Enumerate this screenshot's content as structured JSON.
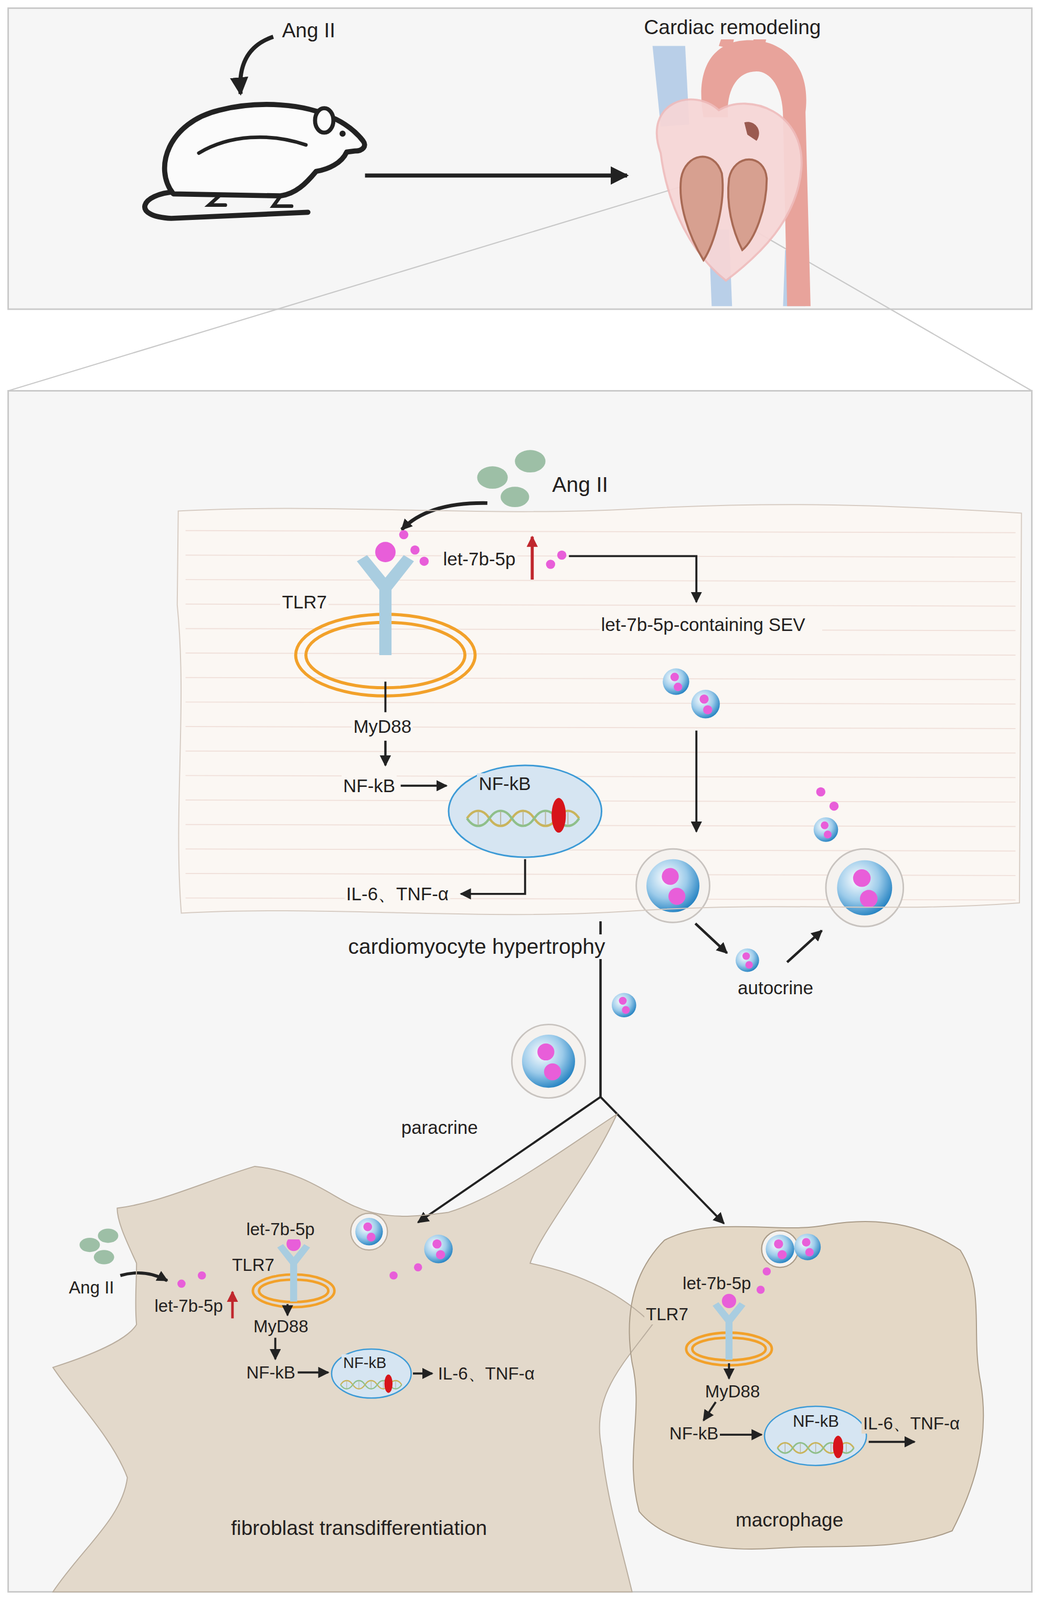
{
  "diagram": {
    "nodes": [
      {
        "text": [
          "cardiomyocyte hypertrophy"
        ]
      },
      {
        "text": [
          "NF-kB"
        ],
        "in": 0
      },
      {
        "text": [
          "fibroblast transdifferentiation"
        ]
      },
      {
        "text": [
          "NF-kB"
        ],
        "in": 2
      },
      {
        "text": [
          "macrophage"
        ]
      },
      {
        "text": [
          "NF-kB"
        ],
        "in": 4
      }
    ],
    "edges": [
      {
        "from": 0,
        "to": 2,
        "arrow": "to",
        "label": "paracrine"
      },
      {
        "from": 0,
        "to": 4,
        "arrow": "to"
      }
    ],
    "labels": [
      "Ang II",
      "Cardiac remodeling",
      "Ang II",
      "let-7b-5p",
      "TLR7",
      "let-7b-5p-containing SEV",
      "MyD88",
      "NF-kB",
      "IL-6、TNF-α",
      "autocrine",
      "Ang II",
      "let-7b-5p",
      "TLR7",
      "let-7b-5p",
      "MyD88",
      "NF-kB",
      "IL-6、TNF-α",
      "let-7b-5p",
      "TLR7",
      "MyD88",
      "NF-kB",
      "IL-6、TNF-α"
    ]
  }
}
